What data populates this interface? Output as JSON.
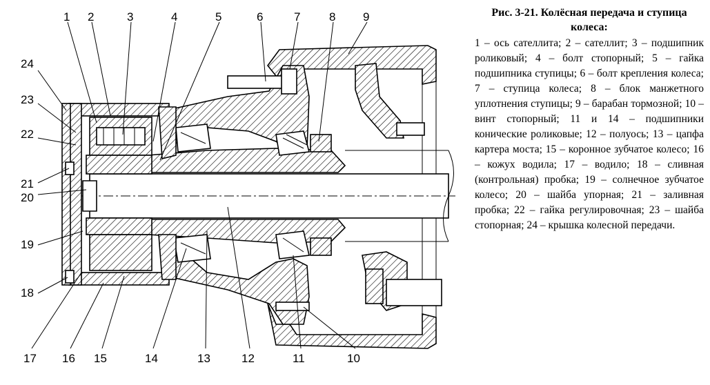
{
  "caption": {
    "title": "Рис. 3-21. Колёсная передача и ступица колеса:",
    "text": "1 – ось сателлита; 2 – сателлит; 3 – подшипник роликовый; 4 – болт стопорный; 5 – гайка подшипника ступицы; 6 – болт крепления колеса; 7 – ступица колеса; 8 – блок манжетного уплотнения ступицы; 9 – барабан тормозной; 10 – винт стопорный; 11 и 14 – подшипники конические роликовые; 12 – полуось; 13 – цапфа картера моста; 15 – коронное зубчатое колесо; 16 – кожух водила; 17 – водило; 18 – сливная (контрольная) пробка; 19 – солнечное зубчатое колесо; 20 – шайба упорная; 21 – заливная пробка; 22 – гайка регулировочная; 23 – шайба стопорная; 24 – крышка колесной передачи."
  },
  "labels": {
    "n1": "1",
    "n2": "2",
    "n3": "3",
    "n4": "4",
    "n5": "5",
    "n6": "6",
    "n7": "7",
    "n8": "8",
    "n9": "9",
    "n10": "10",
    "n11": "11",
    "n12": "12",
    "n13": "13",
    "n14": "14",
    "n15": "15",
    "n16": "16",
    "n17": "17",
    "n18": "18",
    "n19": "19",
    "n20": "20",
    "n21": "21",
    "n22": "22",
    "n23": "23",
    "n24": "24"
  }
}
